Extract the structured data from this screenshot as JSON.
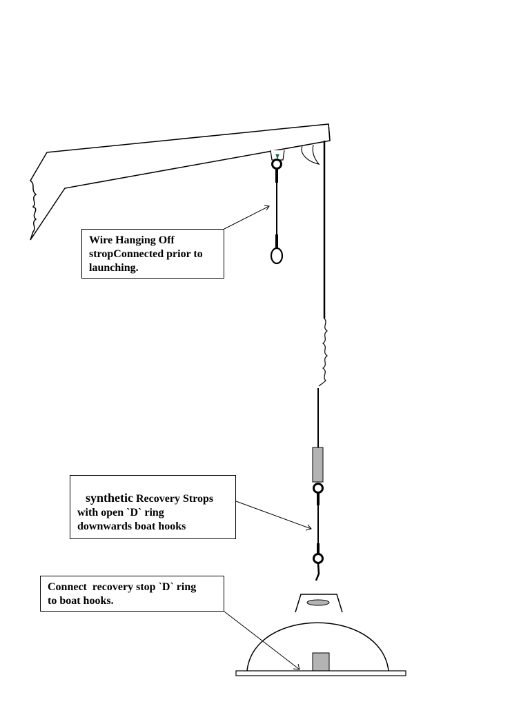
{
  "callouts": {
    "wire_hanging": {
      "lines": [
        "Wire Hanging Off",
        "stropConnected prior to",
        "launching."
      ]
    },
    "recovery_strops": {
      "lead_word": "synthetic",
      "lead_rest": "Recovery Strops",
      "lines": [
        "with open `D` ring",
        "downwards boat hooks"
      ]
    },
    "connect": {
      "lines": [
        "Connect  recovery stop `D` ring",
        "to boat hooks."
      ]
    }
  },
  "colors": {
    "line": "#000000",
    "fill_grey": "#b3b3b3",
    "accent_hook": "#1a6b5a"
  }
}
